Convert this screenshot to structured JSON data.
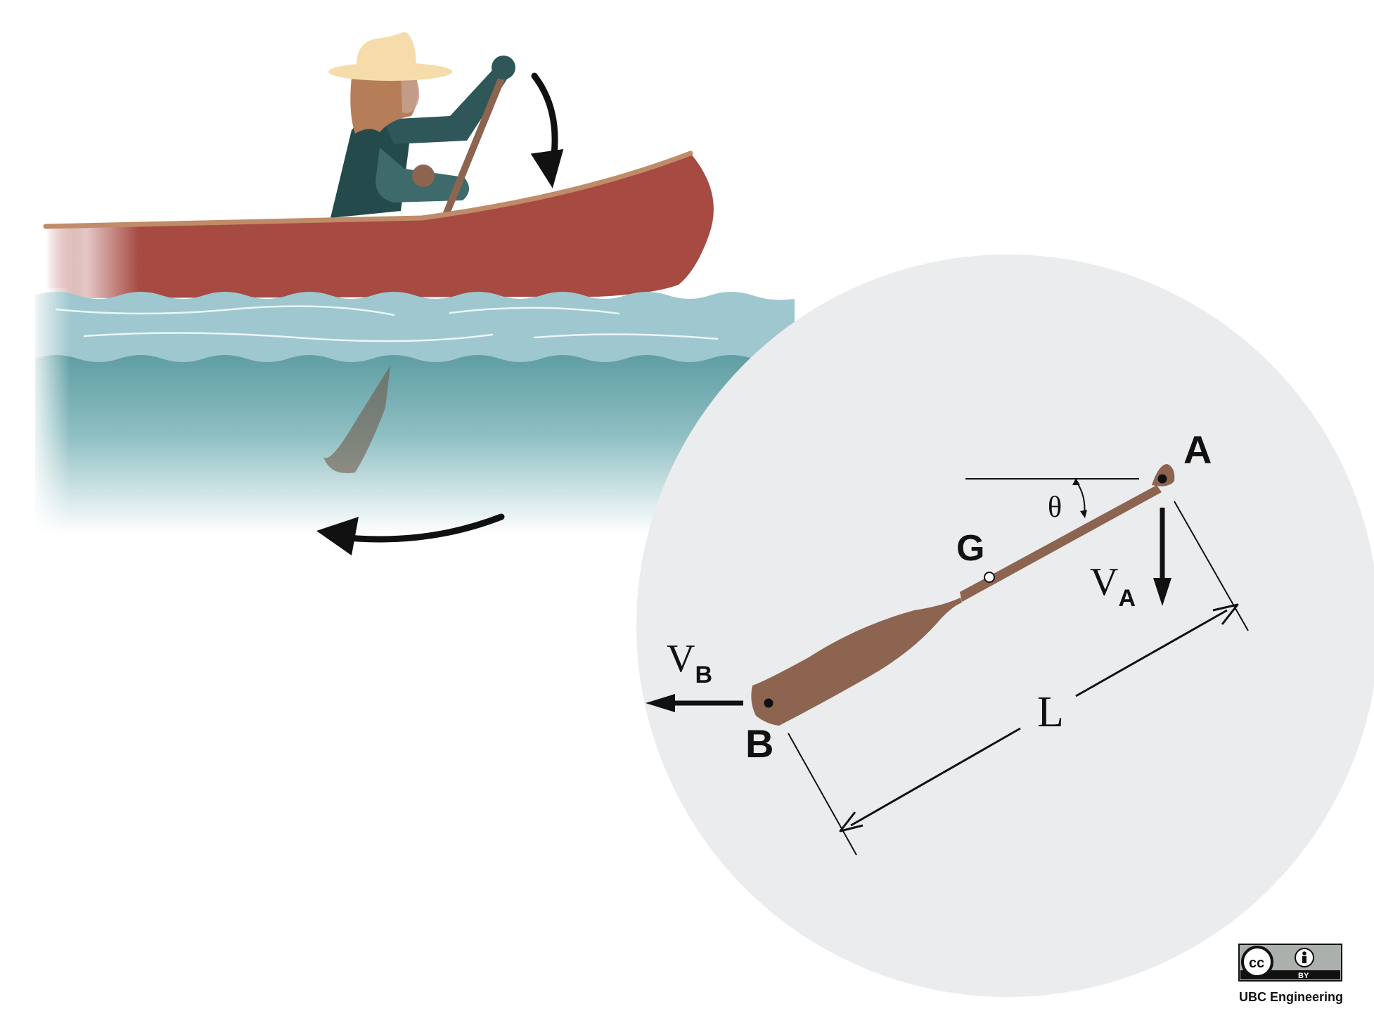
{
  "labels": {
    "point_a": "A",
    "point_b": "B",
    "point_g": "G",
    "angle": "θ",
    "length": "L",
    "velocity_a_main": "V",
    "velocity_a_sub": "A",
    "velocity_b_main": "V",
    "velocity_b_sub": "B"
  },
  "license": {
    "cc": "cc",
    "by": "BY",
    "credit": "UBC Engineering"
  },
  "colors": {
    "canoe": "#a64a42",
    "canoe_rim": "#c08b69",
    "paddle": "#8c6450",
    "water_top": "#9fc7cf",
    "water_deep": "#5a9aa0",
    "jacket": "#3e6a6c",
    "jacket_dark": "#254a4c",
    "hat": "#f6dcaa",
    "hair": "#b57d58",
    "inset_circle": "#ebecee",
    "arrow": "#111111"
  },
  "icons": [
    "curved-arrow-down-icon",
    "curved-arrow-left-icon",
    "cc-icon",
    "by-person-icon"
  ]
}
